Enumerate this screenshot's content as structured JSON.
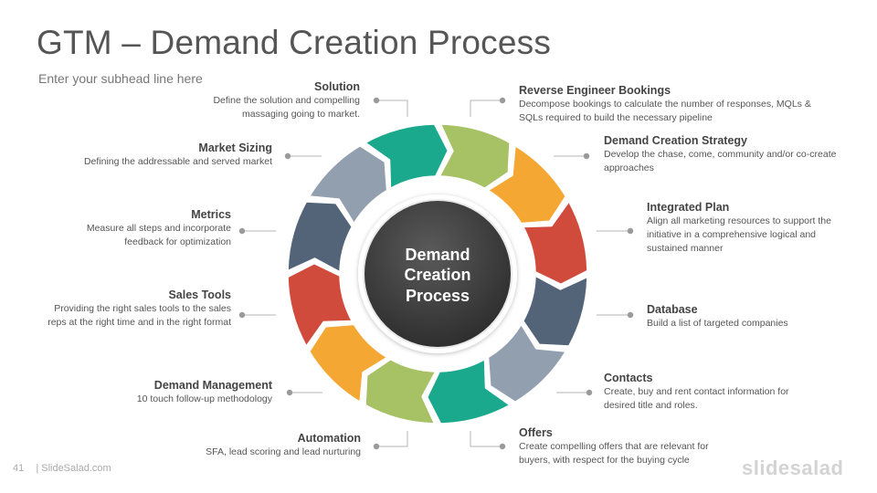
{
  "header": {
    "title": "GTM – Demand Creation Process",
    "subhead": "Enter your subhead line here"
  },
  "center": {
    "lines": [
      "Demand",
      "Creation",
      "Process"
    ]
  },
  "steps": [
    {
      "title": "Reverse Engineer  Bookings",
      "desc": "Decompose bookings to calculate the number of responses, MQLs & SQLs required to build the necessary pipeline",
      "color": "#a6c264"
    },
    {
      "title": "Demand Creation Strategy",
      "desc": "Develop the chase, come, community and/or co-create approaches",
      "color": "#f5a733"
    },
    {
      "title": "Integrated Plan",
      "desc": "Align all marketing resources to support the initiative in a comprehensive logical and sustained manner",
      "color": "#d14b3d"
    },
    {
      "title": "Database",
      "desc": "Build a list of targeted companies",
      "color": "#536478"
    },
    {
      "title": "Contacts",
      "desc": "Create, buy and rent contact information for desired title and roles.",
      "color": "#929fae"
    },
    {
      "title": "Offers",
      "desc": "Create compelling offers that are relevant for buyers, with respect for the buying cycle",
      "color": "#1ba98e"
    },
    {
      "title": "Automation",
      "desc": "SFA, lead scoring and lead nurturing",
      "color": "#a6c264"
    },
    {
      "title": "Demand Management",
      "desc": "10 touch follow-up methodology",
      "color": "#f5a733"
    },
    {
      "title": "Sales Tools",
      "desc": "Providing the right sales tools to the sales reps at the right time and in the right format",
      "color": "#d14b3d"
    },
    {
      "title": "Metrics",
      "desc": "Measure all steps and incorporate feedback for optimization",
      "color": "#536478"
    },
    {
      "title": "Market Sizing",
      "desc": "Defining the addressable and served market",
      "color": "#929fae"
    },
    {
      "title": "Solution",
      "desc": "Define the solution and compelling massaging going to market.",
      "color": "#1ba98e"
    }
  ],
  "footer": {
    "page_number": "41",
    "brand": "| SlideSalad.com",
    "logo": "slidesalad"
  }
}
